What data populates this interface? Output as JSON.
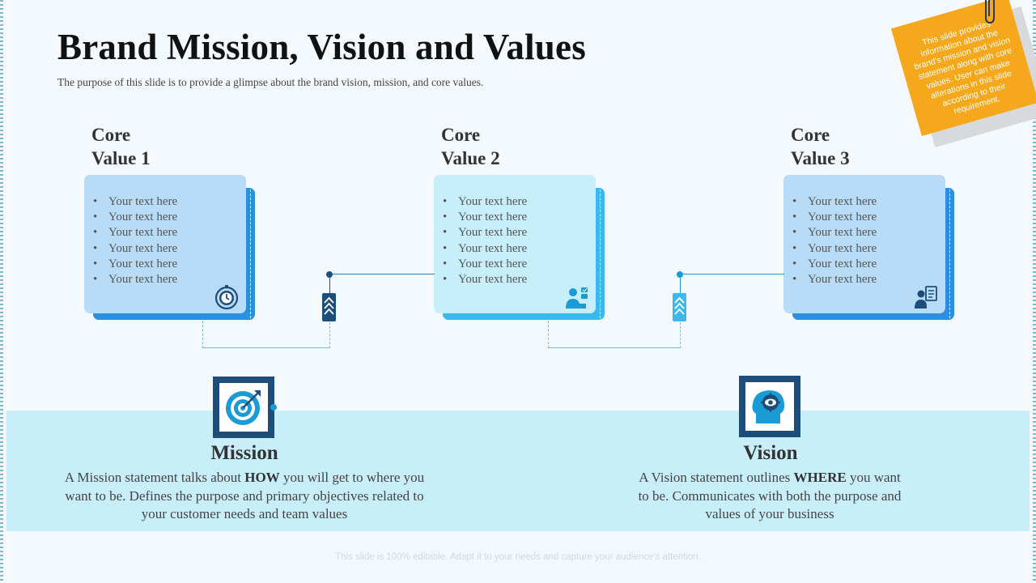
{
  "slide": {
    "title": "Brand Mission, Vision and Values",
    "subtitle": "The purpose of this slide is to provide a glimpse about the brand vision, mission, and core values.",
    "footer": "This slide is 100% editable. Adapt it to your needs and capture your audience’s attention."
  },
  "note": {
    "text": "This slide provides information about the brand's mission and vision statement along with core values. User can make alterations in this slide according to their requirement."
  },
  "core_values": [
    {
      "label_line1": "Core",
      "label_line2": "Value 1",
      "icon": "stopwatch-icon",
      "items": [
        "Your text here",
        "Your text here",
        "Your text here",
        "Your text here",
        "Your text here",
        "Your text here"
      ]
    },
    {
      "label_line1": "Core",
      "label_line2": "Value 2",
      "icon": "person-laptop-icon",
      "items": [
        "Your text here",
        "Your text here",
        "Your text here",
        "Your text here",
        "Your text here",
        "Your text here"
      ]
    },
    {
      "label_line1": "Core",
      "label_line2": "Value 3",
      "icon": "person-checklist-icon",
      "items": [
        "Your text here",
        "Your text here",
        "Your text here",
        "Your text here",
        "Your text here",
        "Your text here"
      ]
    }
  ],
  "mission": {
    "heading": "Mission",
    "icon": "target-icon",
    "text_before": "A Mission statement talks about ",
    "text_bold": "HOW",
    "text_after": " you will get to where you want to be. Defines the purpose and primary objectives related to your customer needs and team values"
  },
  "vision": {
    "heading": "Vision",
    "icon": "head-gear-icon",
    "text_before": "A Vision statement outlines ",
    "text_bold": "WHERE",
    "text_after": " you want to be. Communicates with both the purpose and values of your business"
  },
  "colors": {
    "navy": "#1d4e7a",
    "card1_front": "#b8dcf7",
    "card1_back": "#2b8fe0",
    "card2_front": "#c6eefb",
    "card2_back": "#3bb8ec",
    "card3_front": "#b8dcf7",
    "card3_back": "#2b8fe0",
    "note": "#f5a81c",
    "stripe": "#c8eefa"
  }
}
